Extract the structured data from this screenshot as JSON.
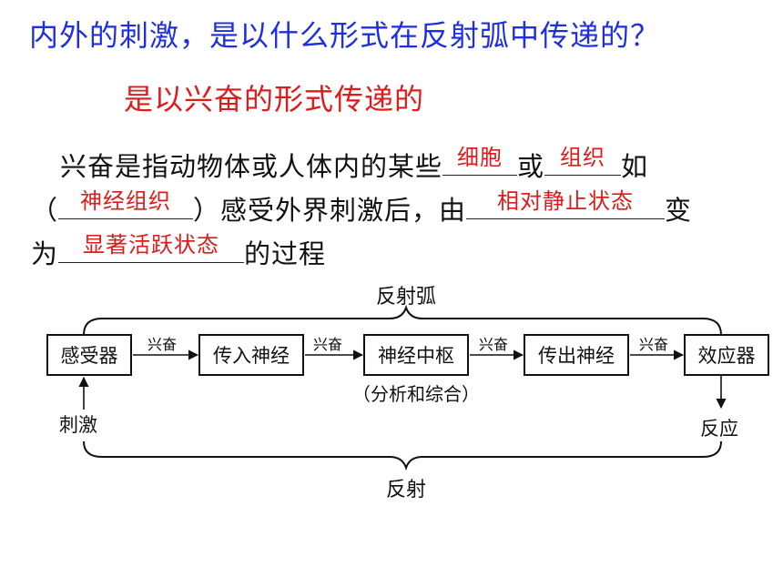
{
  "question": "内外的刺激，是以什么形式在反射弧中传递的？",
  "answer": "是以兴奋的形式传递的",
  "definition": {
    "l1_a": "兴奋是指动物体或人体内的某些",
    "blank1": "细胞",
    "l1_b": "或",
    "blank2": "组织",
    "l1_c": "如",
    "l2_a": "（",
    "blank3": "神经组织",
    "l2_b": "）感受外界刺激后，由",
    "blank4": "相对静止状态",
    "l2_c": "变",
    "l3_a": "为",
    "blank5": "显著活跃状态",
    "l3_b": "的过程"
  },
  "diagram": {
    "arc_label": "反射弧",
    "reflex_label": "反射",
    "boxes": [
      "感受器",
      "传入神经",
      "神经中枢",
      "传出神经",
      "效应器"
    ],
    "arrow_label": "兴奋",
    "center_note": "（分析和综合）",
    "stimulus": "刺激",
    "response": "反应"
  }
}
